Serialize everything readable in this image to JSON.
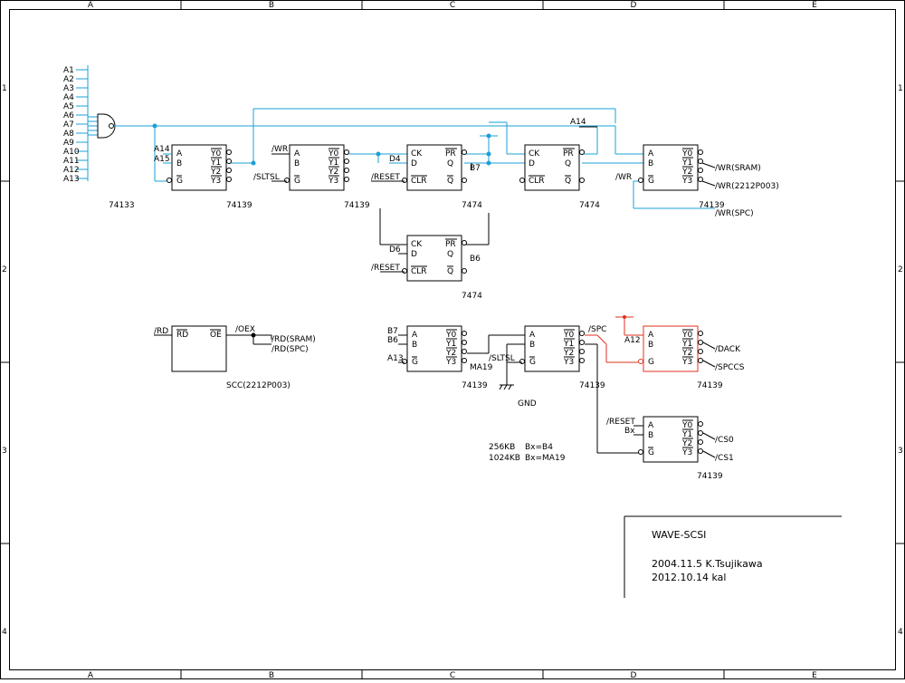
{
  "border": {
    "columns": [
      "A",
      "B",
      "C",
      "D",
      "E"
    ],
    "rows": [
      "1",
      "2",
      "3",
      "4"
    ]
  },
  "title_block": {
    "title": "WAVE-SCSI",
    "line1": "2004.11.5 K.Tsujikawa",
    "line2": "2012.10.14 kal"
  },
  "colors": {
    "wire": "#1aa0d8",
    "highlight": "#e0301e",
    "ink": "#000000"
  },
  "nand": {
    "inputs": [
      "A1",
      "A2",
      "A3",
      "A4",
      "A5",
      "A6",
      "A7",
      "A8",
      "A9",
      "A10",
      "A11",
      "A12",
      "A13"
    ],
    "part": "74133"
  },
  "dec1": {
    "in_a": "A14",
    "in_b": "A15",
    "part": "74139"
  },
  "dec2": {
    "wr": "/WR",
    "sltsl": "/SLTSL",
    "part": "74139"
  },
  "ff1": {
    "reset": "/RESET",
    "d": "D4",
    "q": "B7",
    "part": "7474"
  },
  "ff2": {
    "a14": "A14",
    "part": "7474"
  },
  "dec3": {
    "wr": "/WR",
    "out0": "/WR(SRAM)",
    "out1": "/WR(2212P003)",
    "out2": "/WR(SPC)",
    "part": "74139"
  },
  "ff3": {
    "d": "D6",
    "reset": "/RESET",
    "q": "B6",
    "part": "7474"
  },
  "scc": {
    "rd": "/RD",
    "oex": "/OEX",
    "out1": "/RD(SRAM)",
    "out2": "/RD(SPC)",
    "name": "SCC(2212P003)"
  },
  "dec4": {
    "a": "B7",
    "b": "B6",
    "g": "A13",
    "y2": "MA19",
    "part": "74139"
  },
  "dec5": {
    "sltsl": "/SLTSL",
    "spc": "/SPC",
    "gnd": "GND",
    "part": "74139"
  },
  "dec6": {
    "a12": "A12",
    "dack": "/DACK",
    "spccs": "/SPCCS",
    "part": "74139"
  },
  "dec7": {
    "reset": "/RESET",
    "bx": "Bx",
    "cs0": "/CS0",
    "cs1": "/CS1",
    "part": "74139"
  },
  "notes": {
    "n1a": "256KB",
    "n1b": "Bx=B4",
    "n2a": "1024KB",
    "n2b": "Bx=MA19"
  },
  "pins": {
    "A": "A",
    "B": "B",
    "G": "G",
    "Y0": "Y0",
    "Y1": "Y1",
    "Y2": "Y2",
    "Y3": "Y3",
    "CK": "CK",
    "D": "D",
    "CLR": "CLR",
    "PR": "PR",
    "Q": "Q",
    "QN": "Q",
    "RD": "RD",
    "OE": "OE"
  }
}
